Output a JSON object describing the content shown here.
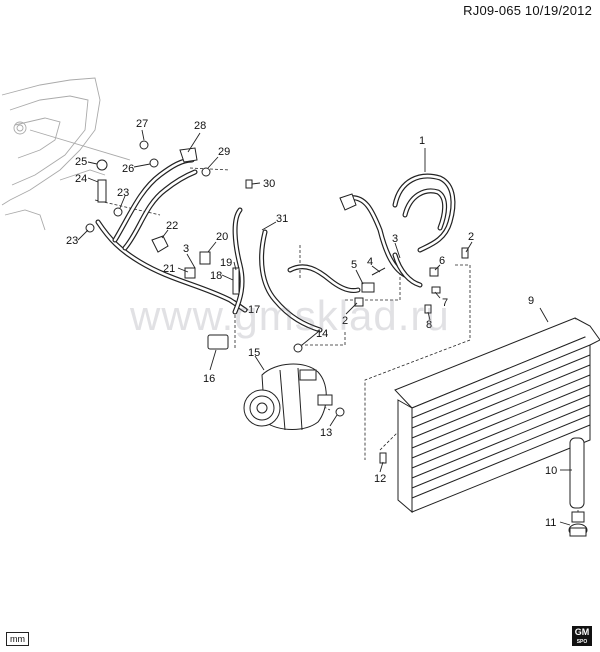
{
  "header": {
    "reference": "RJ09-065  10/19/2012"
  },
  "footer": {
    "unit_box": "mm",
    "brand_logo_text": "GM",
    "brand_logo_sub": "SPO"
  },
  "watermark": {
    "text": "www.gmsklad.ru"
  },
  "callouts": [
    "1",
    "2",
    "2",
    "3",
    "3",
    "4",
    "5",
    "6",
    "7",
    "8",
    "9",
    "10",
    "11",
    "12",
    "13",
    "14",
    "15",
    "16",
    "17",
    "18",
    "19",
    "20",
    "21",
    "22",
    "23",
    "23",
    "24",
    "25",
    "26",
    "27",
    "28",
    "29",
    "30",
    "31"
  ]
}
